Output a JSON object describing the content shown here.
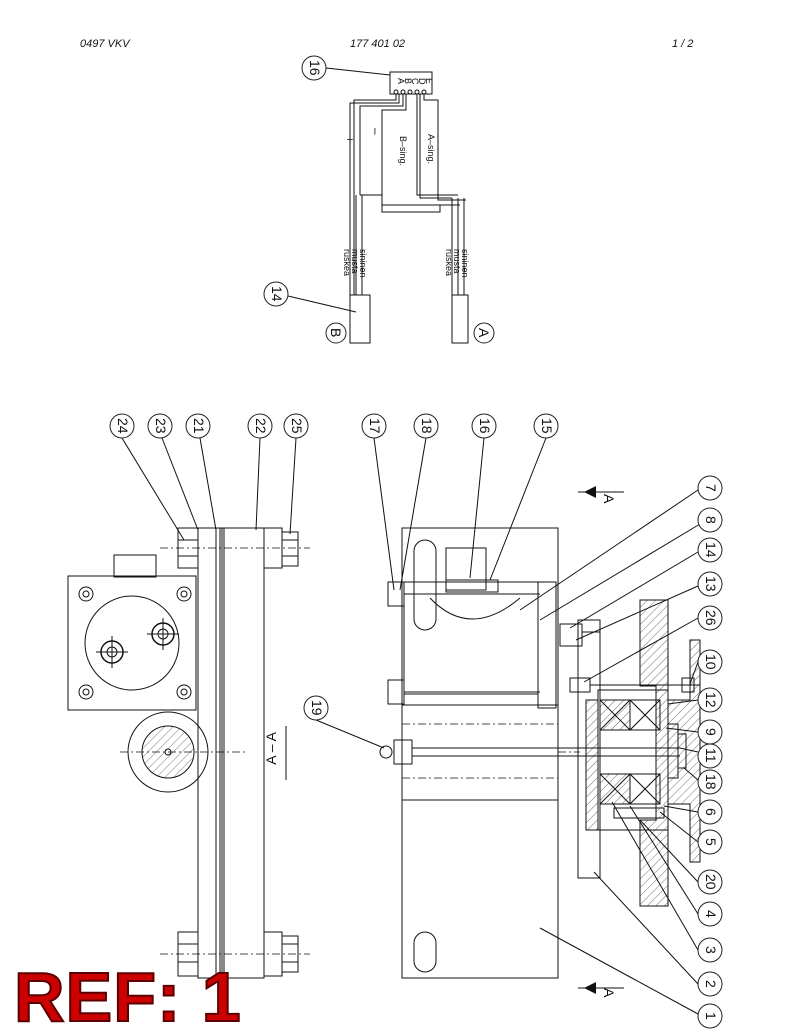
{
  "header": {
    "left": "0497 VKV",
    "center": "177 401 02",
    "right": "1  /  2"
  },
  "ref_label": "REF: 1",
  "wiring": {
    "connector_pins": [
      "A",
      "B",
      "C",
      "D",
      "E"
    ],
    "signals": {
      "plus": "+",
      "minus": "–",
      "b_sig": "B–sing.",
      "a_sig": "A–sing."
    },
    "cable_b_colors": [
      "ruskea",
      "musta",
      "sininen"
    ],
    "cable_a_colors": [
      "ruskea",
      "musta",
      "sininen"
    ],
    "end_b": "B",
    "end_a": "A"
  },
  "section_label": "A – A",
  "arrow_label": "A",
  "callouts": [
    "24",
    "23",
    "21",
    "22",
    "25",
    "17",
    "18",
    "16",
    "15",
    "19",
    "7",
    "8",
    "14",
    "13",
    "26",
    "10",
    "12",
    "9",
    "11",
    "18",
    "6",
    "5",
    "20",
    "4",
    "3",
    "2",
    "1",
    "16",
    "14"
  ]
}
